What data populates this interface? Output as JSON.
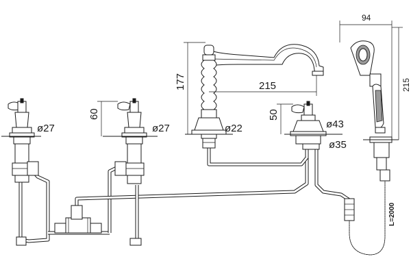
{
  "dimensions": {
    "tap_left_diameter": "ø27",
    "tap_height": "60",
    "tap_mid_diameter": "ø27",
    "spout_base_diameter": "ø22",
    "spout_height": "177",
    "spout_reach": "215",
    "diverter_height": "50",
    "diverter_diameter": "ø43",
    "diverter_base_diameter": "ø35",
    "handshower_width": "94",
    "handshower_height": "215",
    "hose_length": "L=2000"
  },
  "colors": {
    "line": "#1a1a1a",
    "fill_grey": "#9a9a9a",
    "background": "#ffffff"
  }
}
